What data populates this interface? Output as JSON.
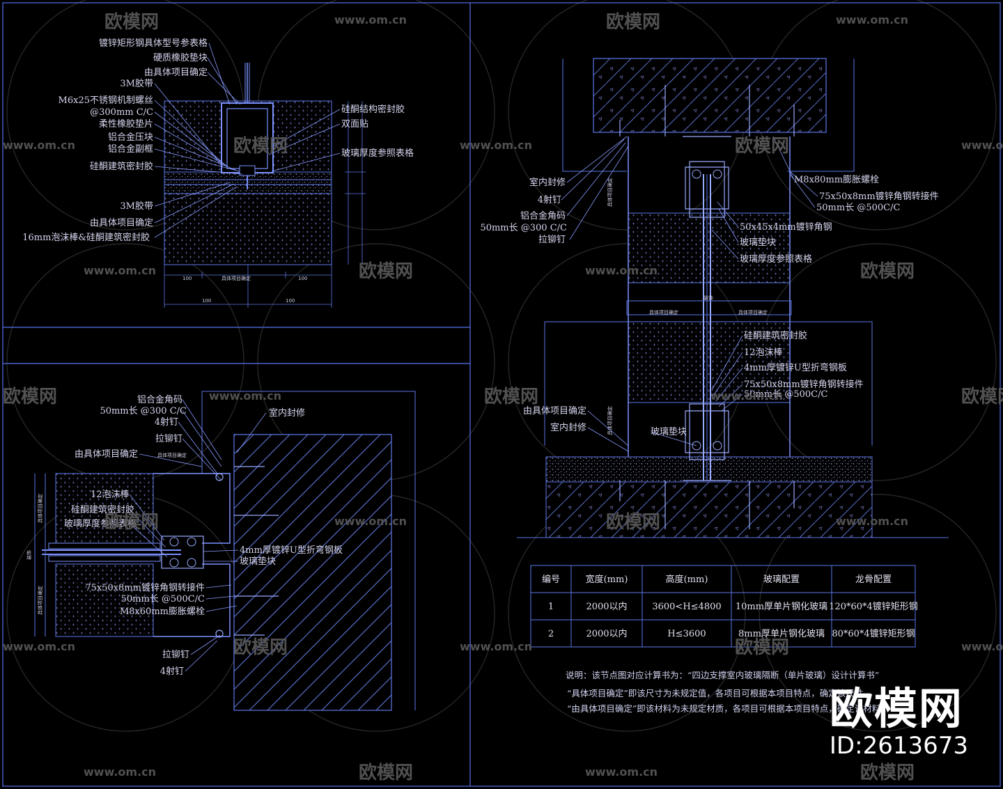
{
  "drawing": {
    "detail_a_labels": [
      "镀锌矩形钢具体型号参表格",
      "硬质橡胶垫块",
      "由具体项目确定",
      "3M胶带",
      "M6x25不锈钢机制螺丝",
      "@300mm C/C",
      "柔性橡胶垫片",
      "铝合金压块",
      "铝合金副框",
      "硅酮建筑密封胶",
      "硅酮结构密封胶",
      "双面贴",
      "玻璃厚度参照表格",
      "3M胶带",
      "由具体项目确定",
      "16mm泡沫棒&硅酮建筑密封胶"
    ],
    "detail_a_dims": [
      "100",
      "具体项目确定",
      "100",
      "100",
      "100"
    ],
    "detail_b_labels": [
      "铝合金角码",
      "50mm长 @300 C/C",
      "4射钉",
      "拉铆钉",
      "由具体项目确定",
      "室内封修",
      "12泡沫棒",
      "硅酮建筑密封胶",
      "玻璃厚度参照表格",
      "4mm厚镀锌U型折弯钢板",
      "玻璃垫块",
      "75x50x8mm镀锌角钢转接件",
      "50mm长 @500C/C",
      "M8x60mm膨胀螺栓",
      "拉铆钉",
      "4射钉"
    ],
    "detail_b_dims": [
      "具体项目确定",
      "具体项目确定",
      "具体项目确定",
      "装饰"
    ],
    "detail_c_labels": [
      "室内封修",
      "4射钉",
      "铝合金角码",
      "50mm长 @300 C/C",
      "拉铆钉",
      "M8x80mm膨胀螺栓",
      "75x50x8mm镀锌角钢转接件",
      "50mm长 @500C/C",
      "50x45x4mm镀锌角钢",
      "玻璃垫块",
      "玻璃厚度参照表格",
      "硅酮建筑密封胶",
      "12泡沫棒",
      "4mm厚镀锌U型折弯钢板",
      "75x50x8mm镀锌角钢转接件",
      "50mm长 @500C/C",
      "由具体项目确定",
      "室内封修",
      "玻璃垫块"
    ],
    "detail_c_dims": [
      "具体项目确定",
      "装饰",
      "具体项目确定",
      "具体项目确定",
      "具体项目确定"
    ]
  },
  "spec_table": {
    "headers": [
      "编号",
      "宽度(mm)",
      "高度(mm)",
      "玻璃配置",
      "龙骨配置"
    ],
    "rows": [
      [
        "1",
        "2000以内",
        "3600<H≤4800",
        "10mm厚单片钢化玻璃",
        "120*60*4镀锌矩形钢"
      ],
      [
        "2",
        "2000以内",
        "H≤3600",
        "8mm厚单片钢化玻璃",
        "80*60*4镀锌矩形钢"
      ]
    ]
  },
  "notes": [
    "说明：该节点图对应计算书为：“四边支撑室内玻璃隔断（单片玻璃）设计计算书”",
    "“具体项目确定”即该尺寸为未规定值，各项目可根据本项目特点，确定该尺寸。",
    "“由具体项目确定”即该材料为未规定材质，各项目可根据本项目特点，确定该材料。"
  ],
  "watermark": {
    "logo": "欧模网",
    "url": "www.om.cn"
  },
  "stamp": {
    "logo": "欧模网",
    "id": "ID:2613673"
  },
  "colors": {
    "background": "#000000",
    "frame": "#4a62c8",
    "line": "#5d78e8",
    "text": "#d6d6f0",
    "hatch": "#4d64c4"
  }
}
